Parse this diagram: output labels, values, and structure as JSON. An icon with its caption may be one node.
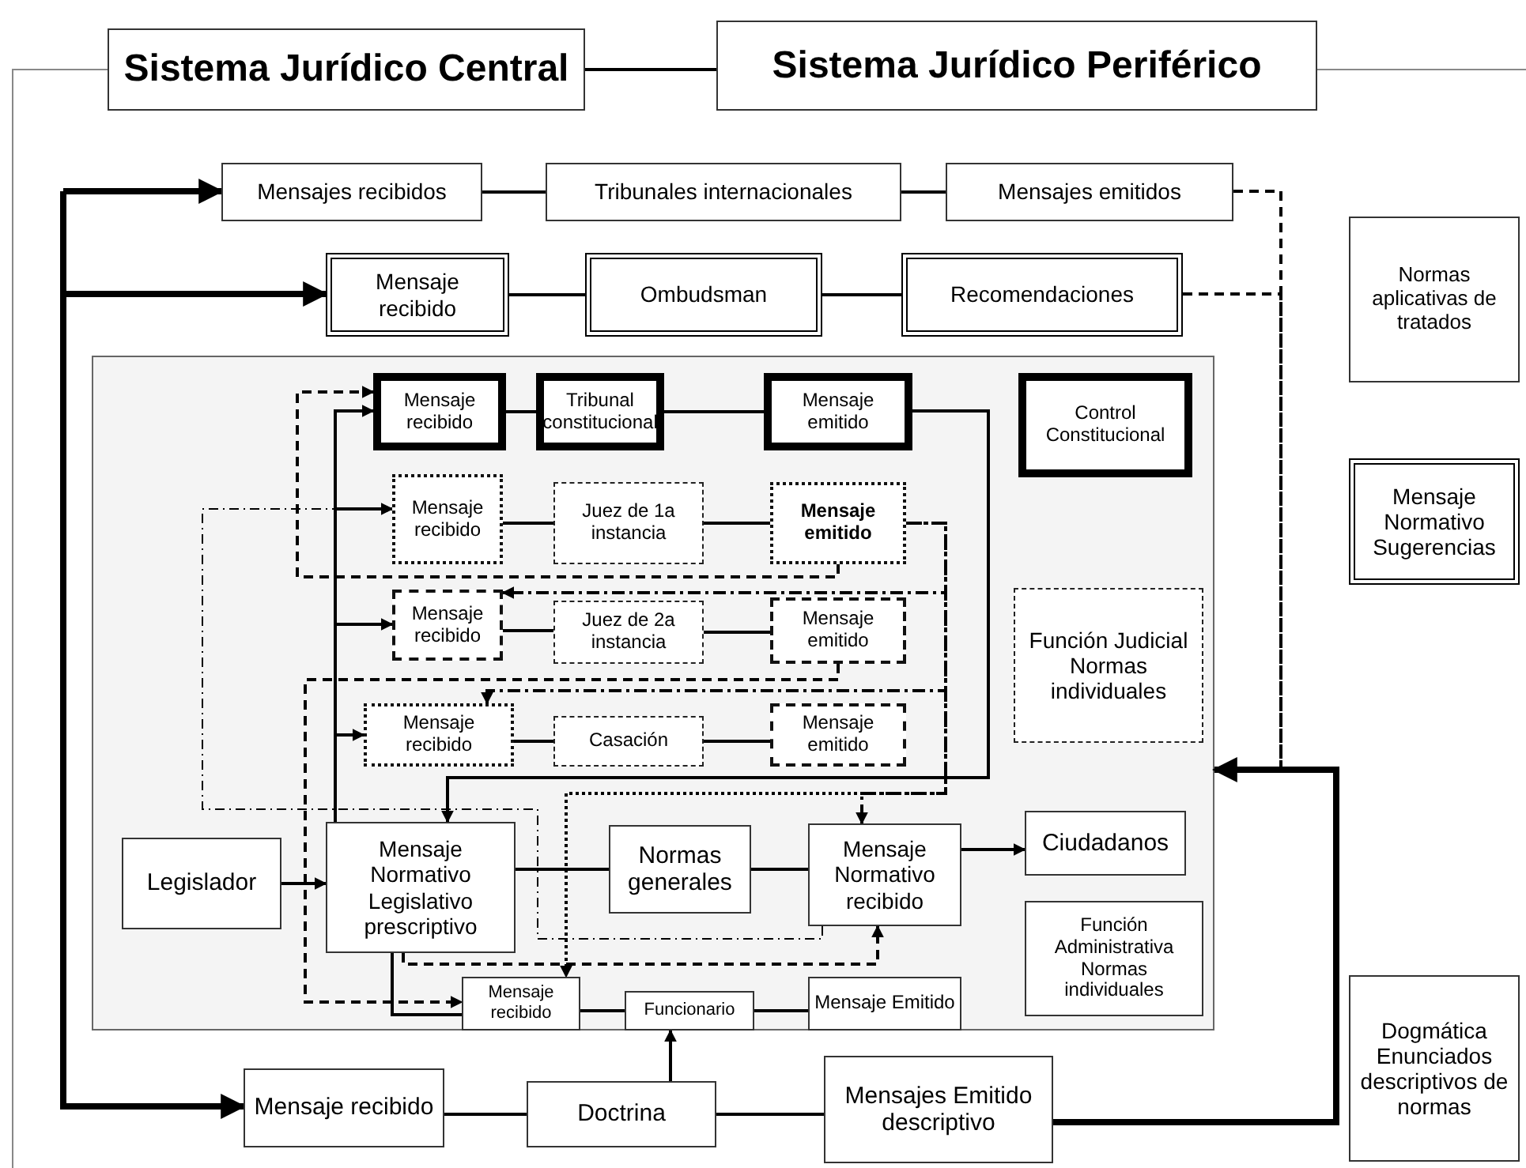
{
  "diagram": {
    "nodes": [
      {
        "text": [
          "Sistema Jurídico Central"
        ]
      },
      {
        "text": [
          "Sistema Jurídico Periférico"
        ]
      },
      {
        "text": [
          "Mensajes recibidos"
        ]
      },
      {
        "text": [
          "Tribunales internacionales"
        ]
      },
      {
        "text": [
          "Mensajes emitidos"
        ]
      },
      {
        "text": [
          "Normas aplicativas de tratados"
        ]
      },
      {
        "text": [
          "Mensaje recibido"
        ]
      },
      {
        "text": [
          "Ombudsman"
        ]
      },
      {
        "text": [
          "Recomendaciones"
        ]
      },
      {
        "text": [],
        "shape": "box"
      },
      {
        "text": [
          "Mensaje recibido"
        ],
        "in": 9
      },
      {
        "text": [
          "Tribunal constitucional"
        ],
        "in": 9
      },
      {
        "text": [
          "Mensaje emitido"
        ],
        "in": 9
      },
      {
        "text": [
          "Control Constitucional"
        ],
        "in": 9
      },
      {
        "text": [
          "Mensaje Normativo Sugerencias"
        ]
      },
      {
        "text": [
          "Mensaje recibido"
        ],
        "in": 9
      },
      {
        "text": [
          "Juez de 1a instancia"
        ],
        "in": 9
      },
      {
        "text": [
          "Mensaje emitido"
        ],
        "in": 9
      },
      {
        "text": [
          "Mensaje recibido"
        ],
        "in": 9
      },
      {
        "text": [
          "Juez de 2a instancia"
        ],
        "in": 9
      },
      {
        "text": [
          "Mensaje emitido"
        ],
        "in": 9
      },
      {
        "text": [
          "Función Judicial Normas individuales"
        ],
        "in": 9
      },
      {
        "text": [
          "Mensaje recibido"
        ],
        "in": 9
      },
      {
        "text": [
          "Casación"
        ],
        "in": 9
      },
      {
        "text": [
          "Mensaje emitido"
        ],
        "in": 9
      },
      {
        "text": [
          "Legislador"
        ],
        "in": 9
      },
      {
        "text": [
          "Mensaje Normativo Legislativo prescriptivo"
        ],
        "in": 9
      },
      {
        "text": [
          "Normas generales"
        ],
        "in": 9
      },
      {
        "text": [
          "Mensaje Normativo recibido"
        ],
        "in": 9
      },
      {
        "text": [
          "Ciudadanos"
        ],
        "in": 9
      },
      {
        "text": [
          "Función Administrativa Normas individuales"
        ],
        "in": 9
      },
      {
        "text": [
          "Mensaje recibido"
        ],
        "in": 9
      },
      {
        "text": [
          "Funcionario"
        ],
        "in": 9
      },
      {
        "text": [
          "Mensaje Emitido"
        ],
        "in": 9
      },
      {
        "text": [
          "Dogmática Enunciados descriptivos de normas"
        ]
      },
      {
        "text": [
          "Mensaje recibido"
        ]
      },
      {
        "text": [
          "Doctrina"
        ]
      },
      {
        "text": [
          "Mensajes Emitido descriptivo"
        ]
      }
    ],
    "edges": [
      {
        "from": 0,
        "to": 1,
        "arrow": "none"
      },
      {
        "from": null,
        "to": 2,
        "arrow": "to",
        "style": "thick"
      },
      {
        "from": null,
        "to": 6,
        "arrow": "to",
        "style": "thick"
      },
      {
        "from": null,
        "to": 35,
        "arrow": "to",
        "style": "thick"
      },
      {
        "from": 2,
        "to": 3,
        "arrow": "none"
      },
      {
        "from": 3,
        "to": 4,
        "arrow": "none"
      },
      {
        "from": 6,
        "to": 7,
        "arrow": "none"
      },
      {
        "from": 7,
        "to": 8,
        "arrow": "none"
      },
      {
        "from": 4,
        "to": 9,
        "arrow": "to",
        "style": "dashed"
      },
      {
        "from": 8,
        "to": 9,
        "arrow": "to",
        "style": "dashed"
      },
      {
        "from": 37,
        "to": 9,
        "arrow": "to",
        "style": "thick"
      },
      {
        "from": 10,
        "to": 11,
        "arrow": "none"
      },
      {
        "from": 11,
        "to": 12,
        "arrow": "none"
      },
      {
        "from": 12,
        "to": 26,
        "arrow": "to"
      },
      {
        "from": 26,
        "to": 10,
        "arrow": "to"
      },
      {
        "from": 26,
        "to": 15,
        "arrow": "to"
      },
      {
        "from": 26,
        "to": 18,
        "arrow": "to"
      },
      {
        "from": 26,
        "to": 22,
        "arrow": "to"
      },
      {
        "from": 15,
        "to": 16,
        "arrow": "none"
      },
      {
        "from": 16,
        "to": 17,
        "arrow": "none"
      },
      {
        "from": 18,
        "to": 19,
        "arrow": "none"
      },
      {
        "from": 19,
        "to": 20,
        "arrow": "none"
      },
      {
        "from": 22,
        "to": 23,
        "arrow": "none"
      },
      {
        "from": 23,
        "to": 24,
        "arrow": "none"
      },
      {
        "from": 17,
        "to": 10,
        "arrow": "to",
        "style": "dashed"
      },
      {
        "from": 20,
        "to": 31,
        "arrow": "to",
        "style": "dashed"
      },
      {
        "from": 17,
        "to": 18,
        "arrow": "to",
        "style": "dashed"
      },
      {
        "from": 17,
        "to": 22,
        "arrow": "to",
        "style": "dashed"
      },
      {
        "from": 17,
        "to": 28,
        "arrow": "to",
        "style": "dashed"
      },
      {
        "from": 17,
        "to": 31,
        "arrow": "to",
        "style": "dashed"
      },
      {
        "from": 28,
        "to": 15,
        "arrow": "to",
        "style": "dashed"
      },
      {
        "from": 26,
        "to": 28,
        "arrow": "to",
        "style": "dashed"
      },
      {
        "from": 26,
        "to": 31,
        "arrow": "none"
      },
      {
        "from": 25,
        "to": 26,
        "arrow": "to"
      },
      {
        "from": 26,
        "to": 27,
        "arrow": "none"
      },
      {
        "from": 27,
        "to": 28,
        "arrow": "none"
      },
      {
        "from": 28,
        "to": 29,
        "arrow": "to"
      },
      {
        "from": 31,
        "to": 32,
        "arrow": "none"
      },
      {
        "from": 32,
        "to": 33,
        "arrow": "none"
      },
      {
        "from": 36,
        "to": 32,
        "arrow": "to"
      },
      {
        "from": 35,
        "to": 36,
        "arrow": "none"
      },
      {
        "from": 36,
        "to": 37,
        "arrow": "none"
      }
    ]
  }
}
